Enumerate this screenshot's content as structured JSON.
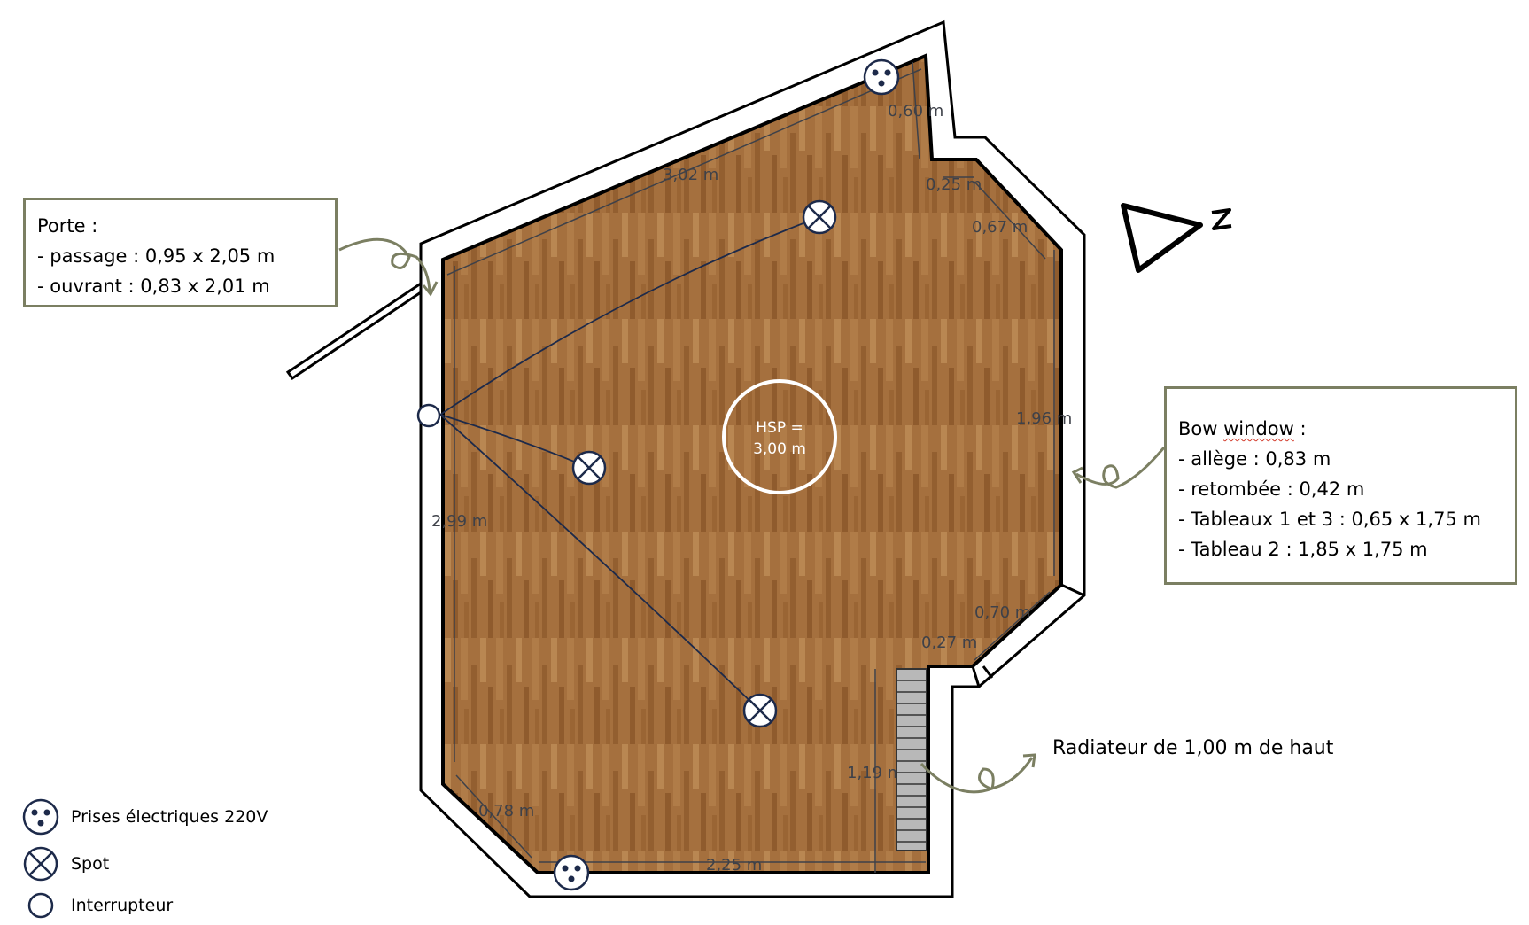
{
  "diagram": {
    "type": "floor-plan",
    "room": {
      "ceiling_height_label_line1": "HSP =",
      "ceiling_height_label_line2": "3,00 m"
    },
    "dimensions": {
      "top_wall": "3,02 m",
      "top_right_short": "0,60 m",
      "notch_top": "0,25 m",
      "bow_diag_top": "0,67 m",
      "bow_right": "1,96 m",
      "bow_diag_bottom": "0,70 m",
      "notch_bottom": "0,27 m",
      "left_wall": "2,99 m",
      "bottom_left_diag": "0,78 m",
      "bottom_wall": "2,25 m",
      "radiator_wall": "1,19 m"
    },
    "callouts": {
      "porte": {
        "title": "Porte :",
        "lines": [
          "- passage : 0,95 x 2,05 m",
          "- ouvrant : 0,83 x 2,01 m"
        ]
      },
      "bow_window": {
        "title_word1": "Bow",
        "title_word2": "window",
        "title_suffix": " :",
        "lines": [
          "- allège : 0,83 m",
          "- retombée : 0,42 m",
          "- Tableaux 1 et 3 : 0,65 x 1,75 m",
          "- Tableau 2 : 1,85 x 1,75 m"
        ]
      },
      "radiator": "Radiateur de 1,00 m de haut"
    },
    "compass": {
      "label": "N",
      "icon": "north-arrow-icon"
    },
    "legend": [
      {
        "icon": "outlet-icon",
        "label": "Prises électriques 220V"
      },
      {
        "icon": "spot-icon",
        "label": "Spot"
      },
      {
        "icon": "switch-icon",
        "label": "Interrupteur"
      }
    ],
    "colors": {
      "floor": "#a5703e",
      "wall_stroke": "#000000",
      "callout_border": "#7b7f62",
      "arrow": "#7b7f62",
      "wire": "#1d2a4a",
      "dimension_text": "#3e4149"
    }
  }
}
